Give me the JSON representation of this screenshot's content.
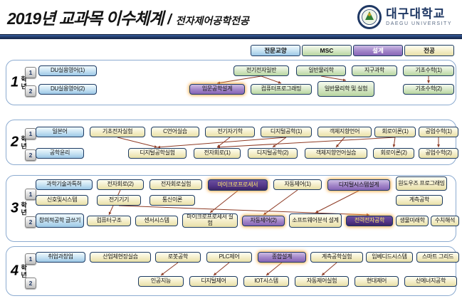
{
  "header": {
    "title_main": "2019년 교과목 이수체계",
    "title_divider": "/",
    "title_sub": "전자제어공학전공",
    "university_ko": "대구대학교",
    "university_en": "DAEGU UNIVERSITY"
  },
  "legend": {
    "items": [
      {
        "label": "전문교양",
        "cat": "ge"
      },
      {
        "label": "MSC",
        "cat": "msc"
      },
      {
        "label": "설계",
        "cat": "design"
      },
      {
        "label": "전공",
        "cat": "major"
      }
    ]
  },
  "colors": {
    "general_education": "#9cc8e6",
    "msc": "#b8d6a0",
    "design": "#8765b5",
    "major": "#e8e0a8",
    "arrow": "#8e3b25",
    "header_bar": "#203864"
  },
  "years": [
    {
      "num": "1",
      "suffix": "학년",
      "sem1": "1",
      "sem2": "2",
      "courses": [
        {
          "id": "du-eng1",
          "label": "DU실용영어(1)",
          "cat": "ge"
        },
        {
          "id": "elec-gen",
          "label": "전기전자일반",
          "cat": "msc"
        },
        {
          "id": "gen-phys",
          "label": "일반물리학",
          "cat": "msc"
        },
        {
          "id": "earth-sci",
          "label": "지구과학",
          "cat": "msc"
        },
        {
          "id": "basic-math1",
          "label": "기초수학(1)",
          "cat": "msc"
        },
        {
          "id": "du-eng2",
          "label": "DU실용영어(2)",
          "cat": "ge"
        },
        {
          "id": "intro-design",
          "label": "입문공학설계",
          "cat": "design"
        },
        {
          "id": "comp-prog",
          "label": "컴퓨터프로그래밍",
          "cat": "msc"
        },
        {
          "id": "gen-phys-lab",
          "label": "일반물리학 및 실험",
          "cat": "msc"
        },
        {
          "id": "basic-math2",
          "label": "기초수학(2)",
          "cat": "msc"
        }
      ]
    },
    {
      "num": "2",
      "suffix": "학년",
      "sem1": "1",
      "sem2": "2",
      "courses": [
        {
          "id": "japanese",
          "label": "일본어",
          "cat": "ge"
        },
        {
          "id": "basic-elec-lab",
          "label": "기초전자실험",
          "cat": "major"
        },
        {
          "id": "c-lang",
          "label": "C언어실습",
          "cat": "major"
        },
        {
          "id": "electromag",
          "label": "전기자기학",
          "cat": "major"
        },
        {
          "id": "digital1",
          "label": "디지털공학(1)",
          "cat": "major"
        },
        {
          "id": "oop-lang",
          "label": "객체지향언어",
          "cat": "major"
        },
        {
          "id": "circuit1",
          "label": "회로이론(1)",
          "cat": "major"
        },
        {
          "id": "eng-math1",
          "label": "공업수학(1)",
          "cat": "major"
        },
        {
          "id": "eng-ethics",
          "label": "공학윤리",
          "cat": "ge"
        },
        {
          "id": "digital-lab",
          "label": "디지털공학실험",
          "cat": "major"
        },
        {
          "id": "electronics1",
          "label": "전자회로(1)",
          "cat": "major"
        },
        {
          "id": "digital2",
          "label": "디지털공학(2)",
          "cat": "major"
        },
        {
          "id": "oop-lab",
          "label": "객체지향언어실습",
          "cat": "major"
        },
        {
          "id": "circuit2",
          "label": "회로이론(2)",
          "cat": "major"
        },
        {
          "id": "eng-math2",
          "label": "공업수학(2)",
          "cat": "major"
        }
      ]
    },
    {
      "num": "3",
      "suffix": "학년",
      "sem1": "1",
      "sem2": "2",
      "courses": [
        {
          "id": "sci-patent",
          "label": "과학기술과특허",
          "cat": "ge"
        },
        {
          "id": "electronics2",
          "label": "전자회로(2)",
          "cat": "major"
        },
        {
          "id": "electronics-lab",
          "label": "전자회로실험",
          "cat": "major"
        },
        {
          "id": "micro",
          "label": "마이크로프로세서",
          "cat": "design2"
        },
        {
          "id": "auto1",
          "label": "자동제어(1)",
          "cat": "major"
        },
        {
          "id": "dsd",
          "label": "디지털시스템설계",
          "cat": "design"
        },
        {
          "id": "windows-prog",
          "label": "원도우즈 프로그래밍",
          "cat": "major"
        },
        {
          "id": "signals",
          "label": "신호및시스템",
          "cat": "major"
        },
        {
          "id": "elec-machines",
          "label": "전기기기",
          "cat": "major"
        },
        {
          "id": "comm-theory",
          "label": "통신이론",
          "cat": "major"
        },
        {
          "id": "instrument",
          "label": "계측공학",
          "cat": "major"
        },
        {
          "id": "creative-writing",
          "label": "창의적공학 글쓰기",
          "cat": "ge"
        },
        {
          "id": "comp-arch",
          "label": "컴퓨터구조",
          "cat": "major"
        },
        {
          "id": "sensor",
          "label": "센서시스템",
          "cat": "major"
        },
        {
          "id": "micro-lab",
          "label": "마이크로프로세서 실험",
          "cat": "major"
        },
        {
          "id": "auto2",
          "label": "자동제어(2)",
          "cat": "design"
        },
        {
          "id": "sw-design",
          "label": "소프트웨어분석 설계",
          "cat": "major"
        },
        {
          "id": "power-elec",
          "label": "전력전자공학",
          "cat": "design2"
        },
        {
          "id": "bio-future",
          "label": "생물미래학",
          "cat": "major"
        },
        {
          "id": "numerical",
          "label": "수치해석",
          "cat": "major"
        }
      ]
    },
    {
      "num": "4",
      "suffix": "학년",
      "sem1": "1",
      "sem2": "2",
      "courses": [
        {
          "id": "career",
          "label": "취업과창업",
          "cat": "ge"
        },
        {
          "id": "industry",
          "label": "산업체현장실습",
          "cat": "major"
        },
        {
          "id": "robot",
          "label": "로봇공학",
          "cat": "major"
        },
        {
          "id": "plc",
          "label": "PLC제어",
          "cat": "major"
        },
        {
          "id": "capstone",
          "label": "종합설계",
          "cat": "design"
        },
        {
          "id": "instrument-lab",
          "label": "계측공학실험",
          "cat": "major"
        },
        {
          "id": "embedded",
          "label": "임베디드시스템",
          "cat": "major"
        },
        {
          "id": "smart-grid",
          "label": "스마트 그리드",
          "cat": "major"
        },
        {
          "id": "ai",
          "label": "인공지능",
          "cat": "major"
        },
        {
          "id": "digital-control",
          "label": "디지털제어",
          "cat": "major"
        },
        {
          "id": "iot",
          "label": "IOT시스템",
          "cat": "major"
        },
        {
          "id": "auto-lab",
          "label": "자동제어실험",
          "cat": "major"
        },
        {
          "id": "modern-control",
          "label": "현대제어",
          "cat": "major"
        },
        {
          "id": "new-energy",
          "label": "신에너지공학",
          "cat": "major"
        }
      ]
    }
  ],
  "connections": [
    [
      "elec-gen",
      "comp-prog"
    ],
    [
      "elec-gen",
      "intro-design"
    ],
    [
      "gen-phys",
      "gen-phys-lab"
    ],
    [
      "basic-math1",
      "basic-math2"
    ],
    [
      "basic-elec-lab",
      "digital-lab"
    ],
    [
      "digital1",
      "digital-lab"
    ],
    [
      "digital1",
      "digital2"
    ],
    [
      "electromag",
      "electronics1"
    ],
    [
      "circuit1",
      "electronics1"
    ],
    [
      "circuit1",
      "circuit2"
    ],
    [
      "oop-lang",
      "oop-lab"
    ],
    [
      "eng-math1",
      "eng-math2"
    ],
    [
      "micro",
      "micro-lab"
    ],
    [
      "auto1",
      "auto2"
    ],
    [
      "dsd",
      "sw-design"
    ],
    [
      "elec-machines",
      "power-elec"
    ],
    [
      "electronics2",
      "comp-arch"
    ],
    [
      "robot",
      "ai"
    ],
    [
      "plc",
      "digital-control"
    ],
    [
      "capstone",
      "iot"
    ],
    [
      "instrument-lab",
      "auto-lab"
    ]
  ]
}
